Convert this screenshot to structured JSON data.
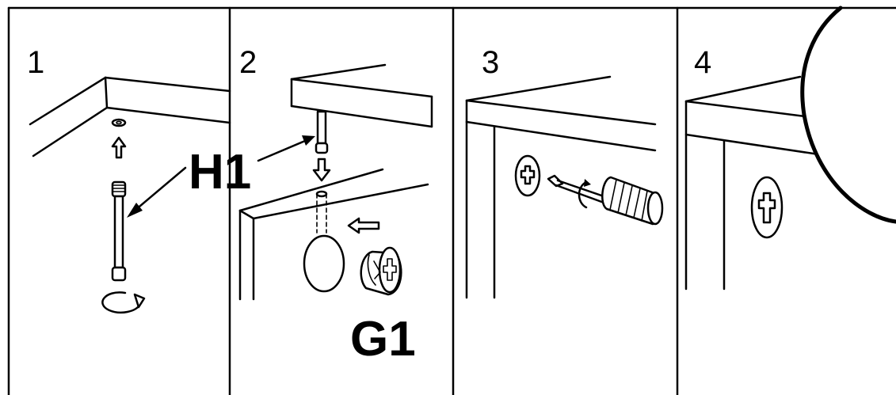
{
  "steps": [
    {
      "number": "1"
    },
    {
      "number": "2"
    },
    {
      "number": "3"
    },
    {
      "number": "4"
    }
  ],
  "parts": {
    "dowel_label": "H1",
    "cam_lock_label": "G1"
  },
  "colors": {
    "line": "#000000",
    "background": "#ffffff"
  }
}
